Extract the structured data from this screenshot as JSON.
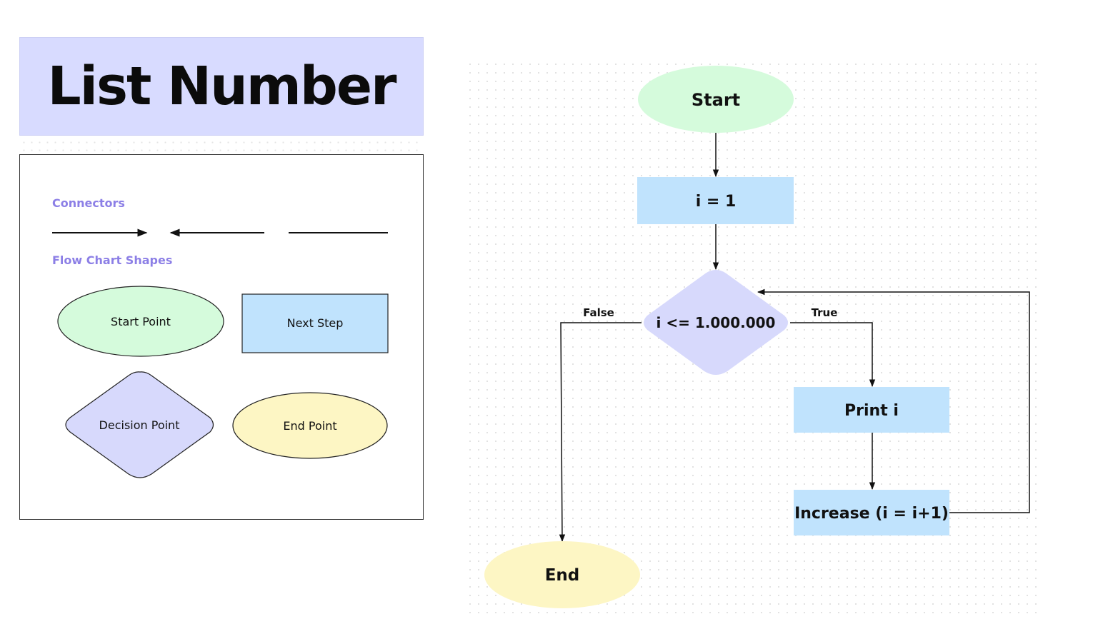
{
  "title": "List Number",
  "legend": {
    "connectors_heading": "Connectors",
    "shapes_heading": "Flow Chart Shapes",
    "start_point": "Start Point",
    "next_step": "Next Step",
    "decision_point": "Decision Point",
    "end_point": "End Point"
  },
  "flow": {
    "start": "Start",
    "init": "i = 1",
    "decision": "i <= 1.000.000",
    "true_label": "True",
    "false_label": "False",
    "print": "Print i",
    "increase": "Increase (i = i+1)",
    "end": "End"
  },
  "colors": {
    "start_fill": "#d5fbdc",
    "process_fill": "#c0e3fd",
    "decision_fill": "#d7d9fc",
    "end_fill": "#fdf6c4",
    "title_fill": "#d8dbff",
    "heading_color": "#8c7fe6"
  }
}
